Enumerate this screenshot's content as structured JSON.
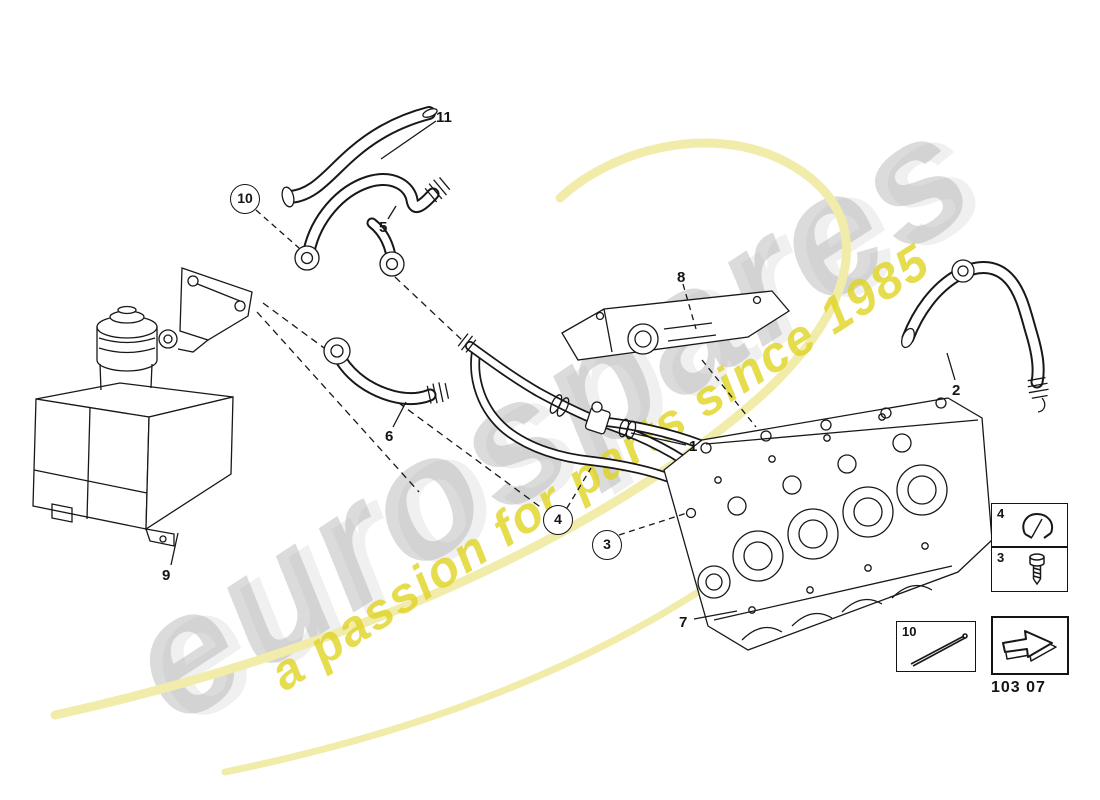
{
  "watermark": {
    "brand": "eurospares",
    "tagline": "a passion for parts since 1985",
    "brand_color": "#b0b0b0",
    "tagline_color": "#ded322"
  },
  "diagram": {
    "part_code": "103 07",
    "callouts": [
      {
        "id": "11",
        "style": "plain"
      },
      {
        "id": "10",
        "style": "circled"
      },
      {
        "id": "5",
        "style": "plain"
      },
      {
        "id": "8",
        "style": "plain"
      },
      {
        "id": "2",
        "style": "plain"
      },
      {
        "id": "6",
        "style": "plain"
      },
      {
        "id": "1",
        "style": "plain"
      },
      {
        "id": "4",
        "style": "circled"
      },
      {
        "id": "3",
        "style": "circled"
      },
      {
        "id": "9",
        "style": "plain"
      },
      {
        "id": "7",
        "style": "plain"
      }
    ],
    "legend": [
      {
        "id": "4",
        "icon": "hose-clip-icon"
      },
      {
        "id": "3",
        "icon": "screw-icon"
      },
      {
        "id": "10",
        "icon": "dipstick-icon"
      }
    ],
    "nav": {
      "icon": "next-diagram-arrow-icon",
      "part_code": "103 07"
    }
  }
}
